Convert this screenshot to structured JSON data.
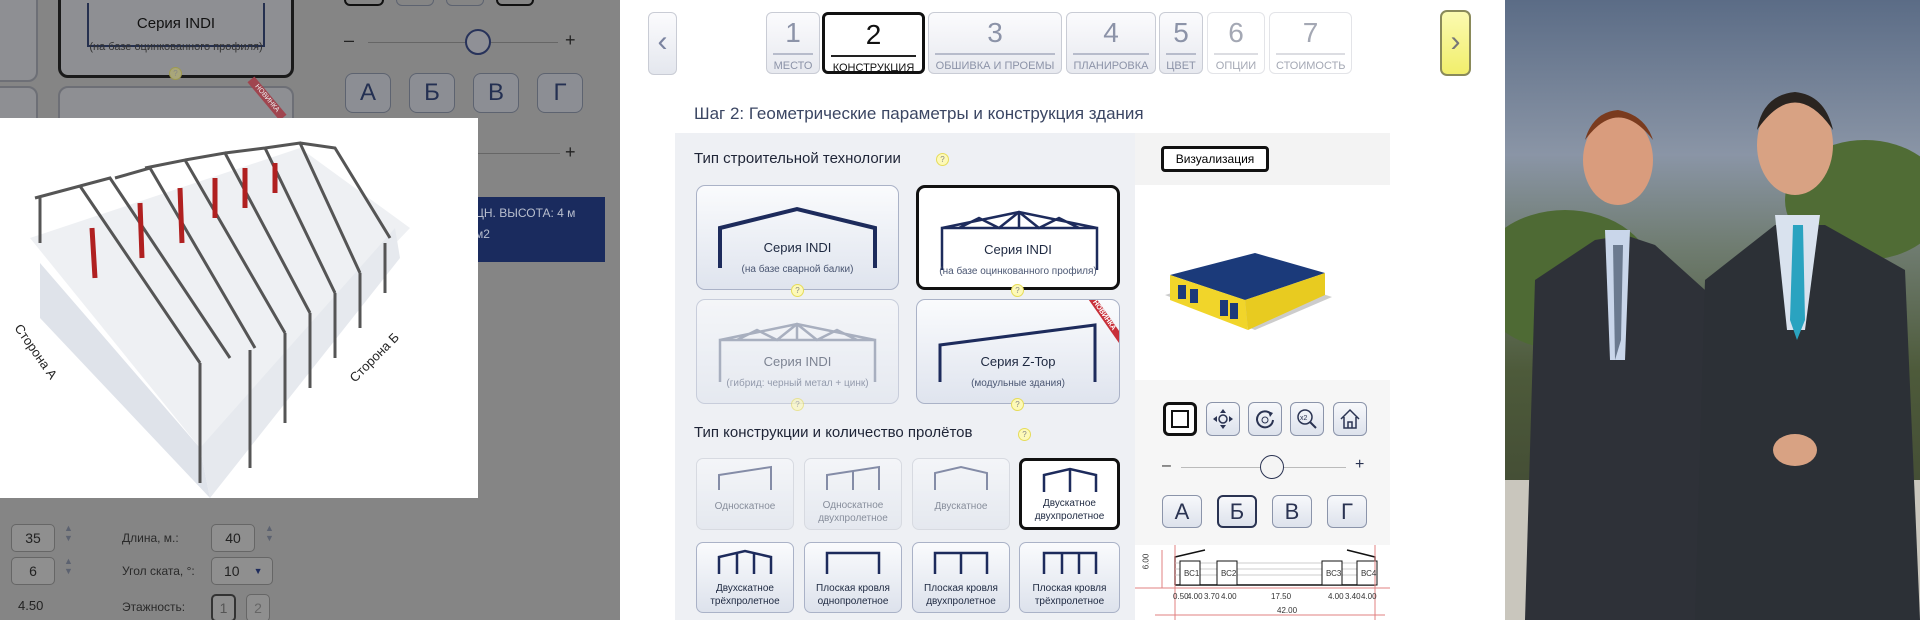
{
  "left_panel": {
    "card_title": "Серия INDI",
    "card_subtitle": "(на базе оцинкованного профиля)",
    "help": "?",
    "new_ribbon": "НОВИНКА",
    "slider_minus": "–",
    "slider_plus": "+",
    "side_buttons": [
      "А",
      "Б",
      "В",
      "Г"
    ],
    "info_line1": "ЦН. ВЫСОТА: 4 м",
    "info_line2": "м2",
    "render_labels": {
      "side_a": "Сторона А",
      "side_b": "Сторона Б"
    },
    "fields": {
      "width_value": "35",
      "step_value": "6",
      "height_value": "4.50",
      "length_label": "Длина, м.:",
      "length_value": "40",
      "slope_label": "Угол ската, °:",
      "slope_value": "10",
      "floors_label": "Этажность:",
      "floors_options": [
        "1",
        "2"
      ]
    }
  },
  "wizard": {
    "prev": "‹",
    "next": "›",
    "steps": [
      {
        "num": "1",
        "label": "МЕСТО"
      },
      {
        "num": "2",
        "label": "КОНСТРУКЦИЯ"
      },
      {
        "num": "3",
        "label": "ОБШИВКА И ПРОЕМЫ"
      },
      {
        "num": "4",
        "label": "ПЛАНИРОВКА"
      },
      {
        "num": "5",
        "label": "ЦВЕТ"
      },
      {
        "num": "6",
        "label": "ОПЦИИ"
      },
      {
        "num": "7",
        "label": "СТОИМОСТЬ"
      }
    ],
    "active_step": 2,
    "heading": "Шаг 2: Геометрические параметры и конструкция здания"
  },
  "technology": {
    "title": "Тип строительной технологии",
    "help": "?",
    "cards": [
      {
        "title": "Серия INDI",
        "subtitle": "(на базе сварной балки)"
      },
      {
        "title": "Серия INDI",
        "subtitle": "(на базе оцинкованного профиля)"
      },
      {
        "title": "Серия INDI",
        "subtitle": "(гибрид: черный метал + цинк)"
      },
      {
        "title": "Серия Z-Top",
        "subtitle": "(модульные здания)",
        "badge": "НОВИНКА"
      }
    ]
  },
  "construction": {
    "title": "Тип конструкции и количество пролётов",
    "help": "?",
    "types": [
      {
        "line1": "Односкатное",
        "line2": ""
      },
      {
        "line1": "Односкатное",
        "line2": "двухпролетное"
      },
      {
        "line1": "Двускатное",
        "line2": ""
      },
      {
        "line1": "Двускатное",
        "line2": "двухпролетное"
      },
      {
        "line1": "Двухскатное",
        "line2": "трёхпролетное"
      },
      {
        "line1": "Плоская кровля",
        "line2": "однопролетное"
      },
      {
        "line1": "Плоская кровля",
        "line2": "двухпролетное"
      },
      {
        "line1": "Плоская кровля",
        "line2": "трёхпролетное"
      }
    ]
  },
  "visualization": {
    "button": "Визуализация",
    "tools": [
      "frame-icon",
      "move-icon",
      "rotate-icon",
      "zoom-x2-icon",
      "home-icon"
    ],
    "slider_minus": "–",
    "slider_plus": "+",
    "slider_value": 0.55,
    "side_buttons": [
      "А",
      "Б",
      "В",
      "Г"
    ],
    "drawing": {
      "height": "6.00",
      "gates": [
        "ВС1",
        "ВС2",
        "ВС3",
        "ВС4"
      ],
      "dims": [
        "0.50",
        "4.00",
        "3.70",
        "4.00",
        "17.50",
        "4.00",
        "3.40",
        "4.00"
      ],
      "total": "42.00"
    }
  },
  "colors": {
    "accent_yellow": "#f6f38a",
    "navy": "#1d2b5c",
    "dim_overlay": "#858585"
  }
}
